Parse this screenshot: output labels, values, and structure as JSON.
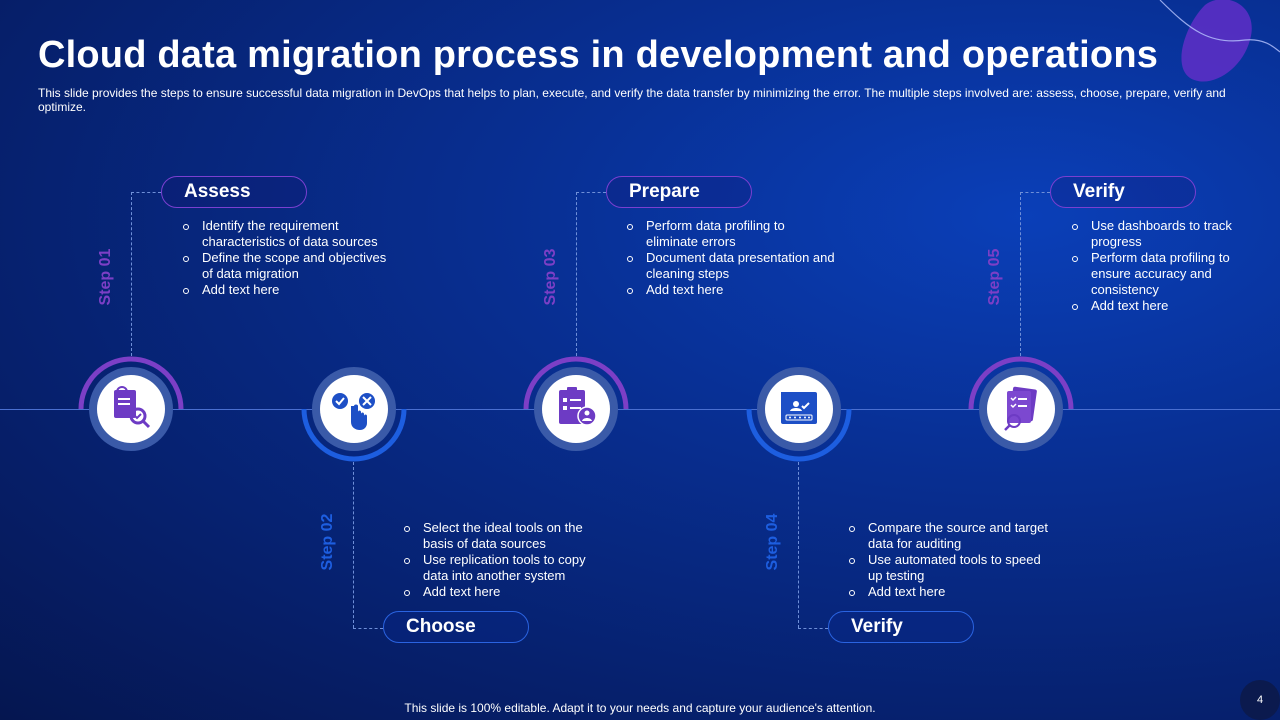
{
  "title": "Cloud data migration process in development and operations",
  "subtitle": "This slide provides the steps to ensure successful data migration in DevOps that helps to plan, execute, and verify the data transfer by minimizing the error. The multiple steps involved are: assess, choose, prepare, verify and optimize.",
  "colors": {
    "purple": "#7c3fc6",
    "blue": "#1d5ee0",
    "background": "#082f93"
  },
  "steps": [
    {
      "label": "Step 01",
      "heading": "Assess",
      "icon": "document-search-icon",
      "bullets": [
        "Identify the requirement characteristics of data sources",
        "Define the scope and objectives of data migration",
        "Add text here"
      ]
    },
    {
      "label": "Step 02",
      "heading": "Choose",
      "icon": "choose-check-cross-icon",
      "bullets": [
        "Select the ideal tools on the basis of data sources",
        "Use replication tools to copy data into another system",
        "Add text here"
      ]
    },
    {
      "label": "Step 03",
      "heading": "Prepare",
      "icon": "checklist-team-icon",
      "bullets": [
        "Perform data profiling to eliminate errors",
        "Document data presentation and cleaning steps",
        "Add text here"
      ]
    },
    {
      "label": "Step 04",
      "heading": "Verify",
      "icon": "user-verification-icon",
      "bullets": [
        "Compare the source and target data for auditing",
        "Use automated tools to speed up testing",
        "Add text here"
      ]
    },
    {
      "label": "Step 05",
      "heading": "Verify",
      "icon": "checklist-document-icon",
      "bullets": [
        "Use dashboards to track progress",
        "Perform data profiling to ensure accuracy and consistency",
        "Add text here"
      ]
    }
  ],
  "footer": "This slide is 100% editable. Adapt it to your needs and capture your audience's attention.",
  "page_number": "4"
}
